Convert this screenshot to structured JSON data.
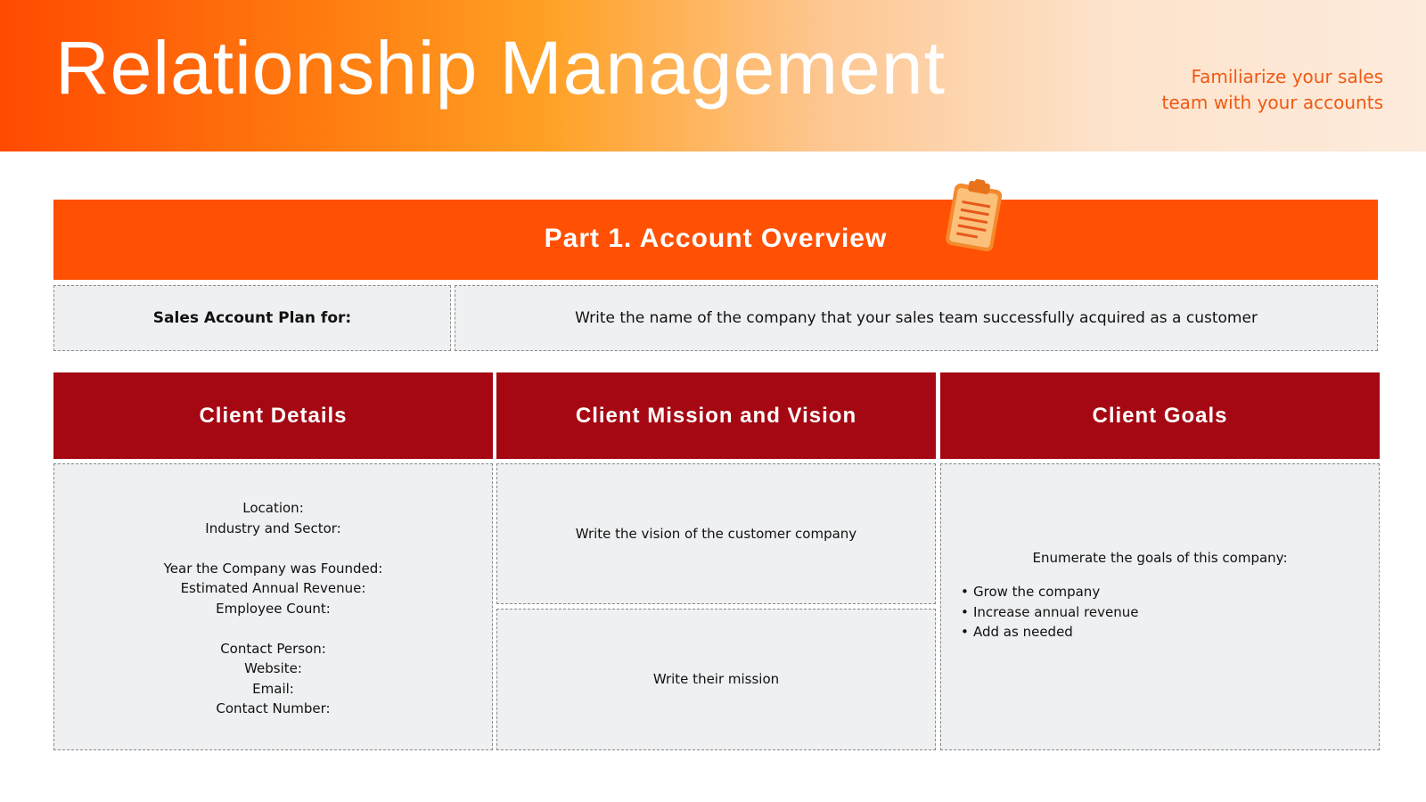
{
  "header": {
    "title": "Relationship Management",
    "subtitle_line1": "Familiarize your sales",
    "subtitle_line2": "team with your accounts"
  },
  "part1": {
    "title": "Part 1. Account Overview",
    "icon": "clipboard-icon"
  },
  "plan": {
    "label": "Sales Account Plan for:",
    "value": "Write the name of the company that your sales team successfully acquired as a customer"
  },
  "columns": {
    "details_title": "Client Details",
    "mission_title": "Client Mission and Vision",
    "goals_title": "Client Goals"
  },
  "details": {
    "location": "Location:",
    "industry": "Industry and Sector:",
    "founded": "Year the Company was Founded:",
    "revenue": "Estimated Annual Revenue:",
    "employees": "Employee Count:",
    "contact_person": "Contact Person:",
    "website": "Website:",
    "email": "Email:",
    "contact_number": "Contact Number:"
  },
  "vision": {
    "text": "Write the vision of the customer company"
  },
  "mission": {
    "text": "Write their mission"
  },
  "goals": {
    "intro": "Enumerate the goals of this company:",
    "items": [
      "Grow the company",
      "Increase annual revenue",
      "Add as needed"
    ]
  },
  "colors": {
    "header_start": "#ff4a00",
    "header_end": "#fdebdc",
    "orange_bar": "#ff5003",
    "red_header": "#a50813",
    "cell_bg": "#eff0f2",
    "subtitle": "#ef5a14"
  }
}
